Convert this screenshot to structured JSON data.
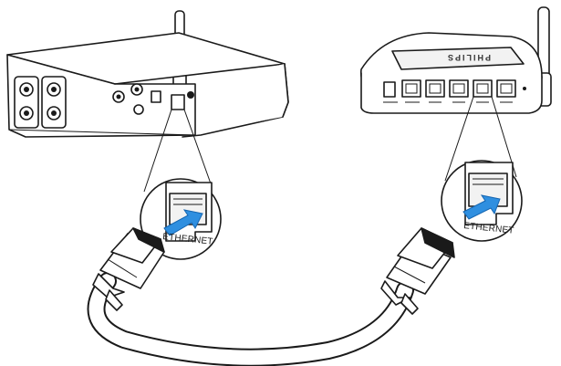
{
  "labels": {
    "left_port": "ETHERNET",
    "right_port": "ETHERNET",
    "router_brand": "PHILIPS"
  },
  "colors": {
    "arrow": "#2f8fe0",
    "line": "#1a1a1a",
    "background": "#ffffff"
  },
  "icons": {
    "left_arrow": "arrow-right-icon",
    "right_arrow": "arrow-right-icon"
  }
}
